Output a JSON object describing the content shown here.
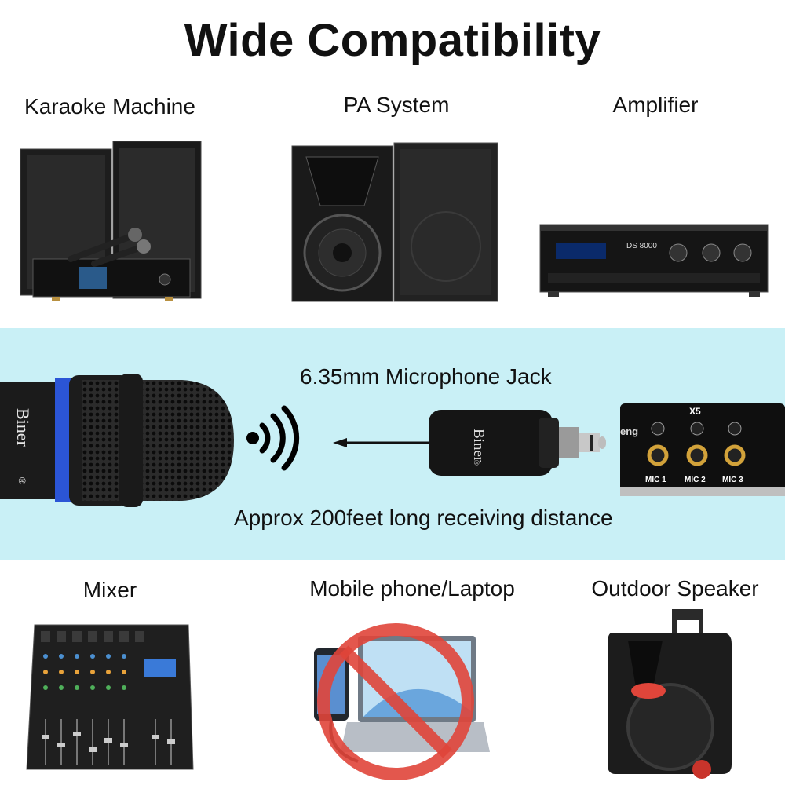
{
  "title": "Wide Compatibility",
  "brand": "Biner",
  "registered_mark": "®",
  "devices_top": [
    {
      "label": "Karaoke Machine"
    },
    {
      "label": "PA System"
    },
    {
      "label": "Amplifier"
    }
  ],
  "devices_bottom": [
    {
      "label": "Mixer"
    },
    {
      "label": "Mobile phone/Laptop"
    },
    {
      "label": "Outdoor Speaker"
    }
  ],
  "panel": {
    "jack_label": "6.35mm Microphone Jack",
    "distance_label": "Approx 200feet long receiving distance",
    "input_panel": {
      "header": "X5",
      "brand_fragment": "eng",
      "ports": [
        "MIC 1",
        "MIC 2",
        "MIC 3"
      ]
    }
  },
  "amplifier_model": "DS 8000",
  "colors": {
    "panel_bg": "#c9f0f6",
    "mic_ring": "#2b55d6",
    "jack_gold": "#d2a23a",
    "no_sign_red": "#e0453a"
  },
  "icons": [
    "wireless-signal-icon",
    "no-entry-icon"
  ]
}
